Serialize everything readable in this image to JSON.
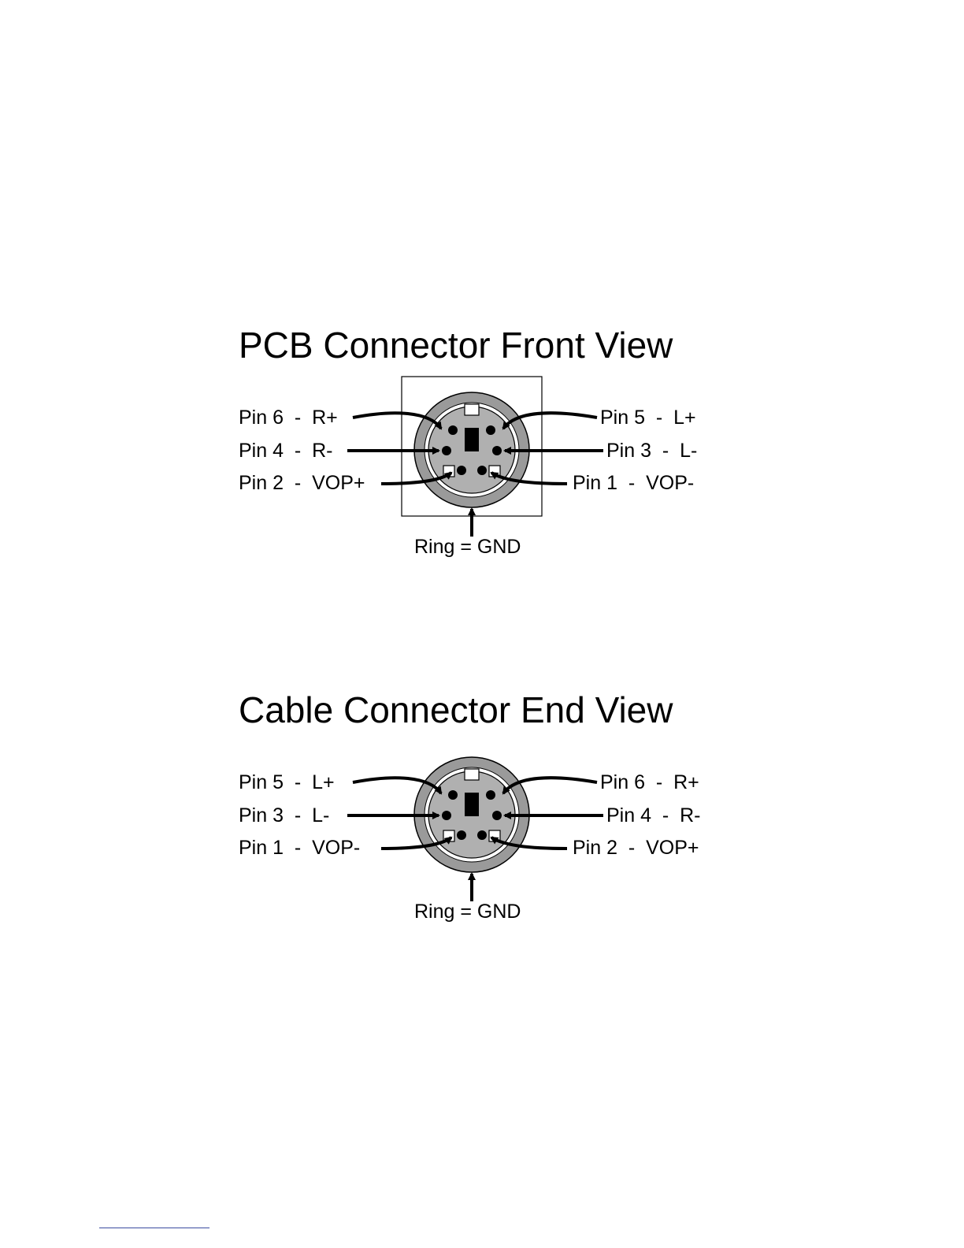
{
  "diagrams": [
    {
      "title": "PCB Connector Front View",
      "frame": true,
      "left_labels": [
        "Pin 6  -  R+",
        "Pin 4  -  R-",
        "Pin 2  -  VOP+"
      ],
      "right_labels": [
        "Pin 5  -  L+",
        "Pin 3  -  L-",
        "Pin 1  -  VOP-"
      ],
      "ring_label": "Ring = GND"
    },
    {
      "title": "Cable Connector End View",
      "frame": false,
      "left_labels": [
        "Pin 5  -  L+",
        "Pin 3  -  L-",
        "Pin 1  -  VOP-"
      ],
      "right_labels": [
        "Pin 6  -  R+",
        "Pin 4  -  R-",
        "Pin 2  -  VOP+"
      ],
      "ring_label": "Ring = GND"
    }
  ],
  "colors": {
    "ring": "#9a9a9a",
    "face": "#b0b0b0",
    "outline": "#000000",
    "background": "#ffffff"
  }
}
